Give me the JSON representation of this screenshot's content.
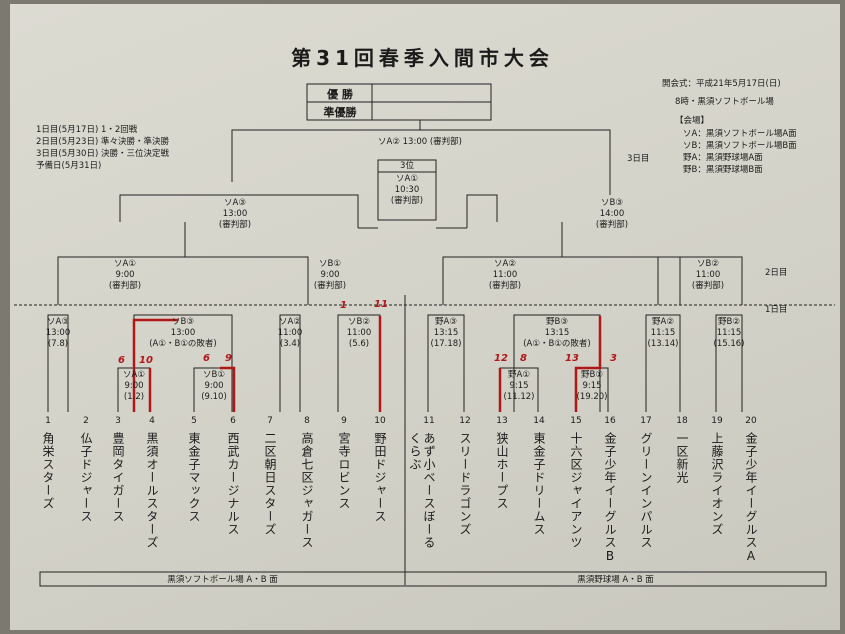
{
  "title": "第31回春季入間市大会",
  "results": {
    "winner_label": "優 勝",
    "runner_up_label": "準優勝"
  },
  "schedule": [
    "1日目(5月17日) 1・2回戦",
    "2日目(5月23日) 準々決勝・準決勝",
    "3日目(5月30日) 決勝・三位決定戦",
    "予備日(5月31日)"
  ],
  "opening": [
    "開会式：平成21年5月17日(日)",
    "8時・黒須ソフトボール場"
  ],
  "venues": {
    "heading": "【会場】",
    "items": [
      "ソA：黒須ソフトボール場A面",
      "ソB：黒須ソフトボール場B面",
      "野A：黒須野球場A面",
      "野B：黒須野球場B面"
    ]
  },
  "day_labels": {
    "day3": "3日目",
    "day2": "2日目",
    "day1": "1日目"
  },
  "matches": {
    "final": {
      "venue": "ソA②",
      "time": "13:00",
      "ump": "(審判部)"
    },
    "third_place": {
      "label": "3位",
      "venue": "ソA①",
      "time": "10:30",
      "ump": "(審判部)"
    },
    "semi_left": {
      "venue": "ソA③",
      "time": "13:00",
      "ump": "(審判部)"
    },
    "semi_right": {
      "venue": "ソB③",
      "time": "14:00",
      "ump": "(審判部)"
    },
    "qf1": {
      "venue": "ソA①",
      "time": "9:00",
      "ump": "(審判部)"
    },
    "qf2": {
      "venue": "ソB①",
      "time": "9:00",
      "ump": "(審判部)"
    },
    "qf3": {
      "venue": "ソA②",
      "time": "11:00",
      "ump": "(審判部)"
    },
    "qf4": {
      "venue": "ソB②",
      "time": "11:00",
      "ump": "(審判部)"
    },
    "r2a": {
      "venue": "ソA③",
      "time": "13:00",
      "ump": "(7.8)"
    },
    "r2b": {
      "venue": "ソB③",
      "time": "13:00",
      "ump": "(A①・B①の敗者)"
    },
    "r1a": {
      "venue": "ソA①",
      "time": "9:00",
      "ump": "(1.2)"
    },
    "r1b": {
      "venue": "ソB①",
      "time": "9:00",
      "ump": "(9.10)"
    },
    "r2c": {
      "venue": "ソA②",
      "time": "11:00",
      "ump": "(3.4)"
    },
    "r2d": {
      "venue": "ソB②",
      "time": "11:00",
      "ump": "(5.6)"
    },
    "r2e": {
      "venue": "野A③",
      "time": "13:15",
      "ump": "(17.18)"
    },
    "r2f": {
      "venue": "野B③",
      "time": "13:15",
      "ump": "(A①・B①の敗者)"
    },
    "r1c": {
      "venue": "野A①",
      "time": "9:15",
      "ump": "(11.12)"
    },
    "r1d": {
      "venue": "野B①",
      "time": "9:15",
      "ump": "(19.20)"
    },
    "r2g": {
      "venue": "野A②",
      "time": "11:15",
      "ump": "(13.14)"
    },
    "r2h": {
      "venue": "野B②",
      "time": "11:15",
      "ump": "(15.16)"
    }
  },
  "teams": [
    {
      "num": "1",
      "name": "角栄スターズ"
    },
    {
      "num": "2",
      "name": "仏子ドジャース"
    },
    {
      "num": "3",
      "name": "豊岡タイガース"
    },
    {
      "num": "4",
      "name": "黒須オールスターズ"
    },
    {
      "num": "5",
      "name": "東金子マックス"
    },
    {
      "num": "6",
      "name": "西武カージナルス"
    },
    {
      "num": "7",
      "name": "二区朝日スターズ"
    },
    {
      "num": "8",
      "name": "高倉七区ジャガース"
    },
    {
      "num": "9",
      "name": "宮寺ロビンス"
    },
    {
      "num": "10",
      "name": "野田ドジャース"
    },
    {
      "num": "11",
      "name": "あず小ベースぼーる",
      "name2": "くらぶ"
    },
    {
      "num": "12",
      "name": "スリードラゴンズ"
    },
    {
      "num": "13",
      "name": "狭山ホープス"
    },
    {
      "num": "14",
      "name": "東金子ドリームス"
    },
    {
      "num": "15",
      "name": "十六区ジャイアンツ"
    },
    {
      "num": "16",
      "name": "金子少年イーグルスB"
    },
    {
      "num": "17",
      "name": "グリーンインパルス"
    },
    {
      "num": "18",
      "name": "一区新光"
    },
    {
      "num": "19",
      "name": "上藤沢ライオンズ"
    },
    {
      "num": "20",
      "name": "金子少年イーグルスA"
    }
  ],
  "footer_venues": [
    "黒須ソフトボール場 A・B 面",
    "黒須野球場 A・B 面"
  ],
  "annotations": [
    "1",
    "11",
    "6",
    "10",
    "6",
    "9",
    "12",
    "8",
    "13",
    "3"
  ],
  "colors": {
    "paper": "#d6d5cb",
    "ink": "#1b1b1b",
    "annotation": "#b01818"
  }
}
